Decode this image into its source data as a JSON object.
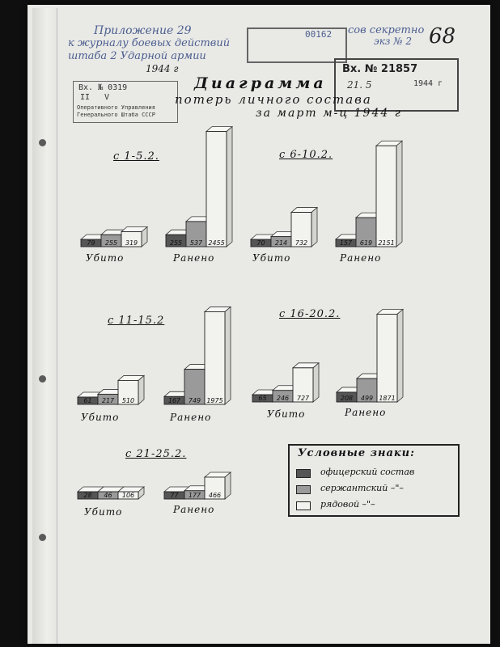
{
  "header": {
    "appendix_line1": "Приложение 29",
    "appendix_line2": "к журналу боевых действий",
    "appendix_line3": "штаба 2 Ударной армии",
    "appendix_year": "1944 г",
    "top_stamp_num": "00162",
    "top_stamp_text": "сов секретно",
    "top_stamp_copy": "экз № 2",
    "page_number": "68",
    "inv_stamp": "Вх. № 0319",
    "inv_roman": "II",
    "inv_v": "V",
    "archive_line1": "Оперативного Управления",
    "archive_line2": "Генерального Штаба СССР",
    "reg_number": "Вх. № 21857",
    "reg_date": "21. 5",
    "reg_year": "1944 г"
  },
  "title": "Диаграмма",
  "subtitle1": "потерь личного состава",
  "subtitle2": "за март м-ц 1944 г",
  "legend": {
    "title": "Условные знаки:",
    "items": [
      {
        "label": "офицерский состав",
        "color": "#555555"
      },
      {
        "label": "сержантский  –\"–",
        "color": "#9a9a9a"
      },
      {
        "label": "рядовой      –\"–",
        "color": "#f2f2ef"
      }
    ]
  },
  "chart_data": {
    "type": "bar",
    "series_names": [
      "офицерский состав",
      "сержантский",
      "рядовой"
    ],
    "groups": [
      {
        "period": "с 1-5.2.",
        "killed_label": "Убито",
        "wounded_label": "Ранено",
        "killed": [
          79,
          255,
          319
        ],
        "wounded": [
          255,
          537,
          2455
        ],
        "killed_text": [
          "79",
          "255",
          "319"
        ],
        "wounded_text": [
          "255",
          "537",
          "2455"
        ]
      },
      {
        "period": "с 6-10.2.",
        "killed_label": "Убито",
        "wounded_label": "Ранено",
        "killed": [
          70,
          214,
          732
        ],
        "wounded": [
          157,
          619,
          2151
        ],
        "killed_text": [
          "70",
          "214",
          "732"
        ],
        "wounded_text": [
          "157",
          "619",
          "2151"
        ]
      },
      {
        "period": "с 11-15.2",
        "killed_label": "Убито",
        "wounded_label": "Ранено",
        "killed": [
          61,
          217,
          510
        ],
        "wounded": [
          167,
          749,
          1975
        ],
        "killed_text": [
          "61",
          "217",
          "510"
        ],
        "wounded_text": [
          "167",
          "749",
          "1975"
        ]
      },
      {
        "period": "с 16-20.2.",
        "killed_label": "Убито",
        "wounded_label": "Ранено",
        "killed": [
          65,
          246,
          727
        ],
        "wounded": [
          208,
          499,
          1871
        ],
        "killed_text": [
          "65",
          "246",
          "727"
        ],
        "wounded_text": [
          "208",
          "499",
          "1871"
        ]
      },
      {
        "period": "с 21-25.2.",
        "killed_label": "Убито",
        "wounded_label": "Ранено",
        "killed": [
          28,
          46,
          106
        ],
        "wounded": [
          77,
          177,
          466
        ],
        "killed_text": [
          "28",
          "46",
          "106"
        ],
        "wounded_text": [
          "77",
          "177",
          "466"
        ]
      }
    ]
  }
}
